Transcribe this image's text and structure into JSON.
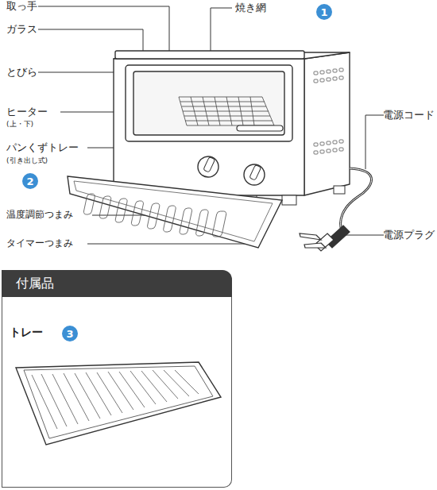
{
  "diagram": {
    "nodes": [
      {
        "text": [
          "1"
        ]
      },
      {
        "text": [
          "2"
        ]
      },
      {
        "text": [
          "付属品"
        ]
      },
      {
        "text": [
          "3"
        ],
        "in": 2
      }
    ],
    "labels": [
      "取っ手",
      "ガラス",
      "とびら",
      "焼き網",
      "ヒーター",
      "(上・下)",
      "パンくずトレー",
      "(引き出し式)",
      "温度調節つまみ",
      "タイマーつまみ",
      "電源コード",
      "電源プラグ",
      "トレー"
    ]
  }
}
